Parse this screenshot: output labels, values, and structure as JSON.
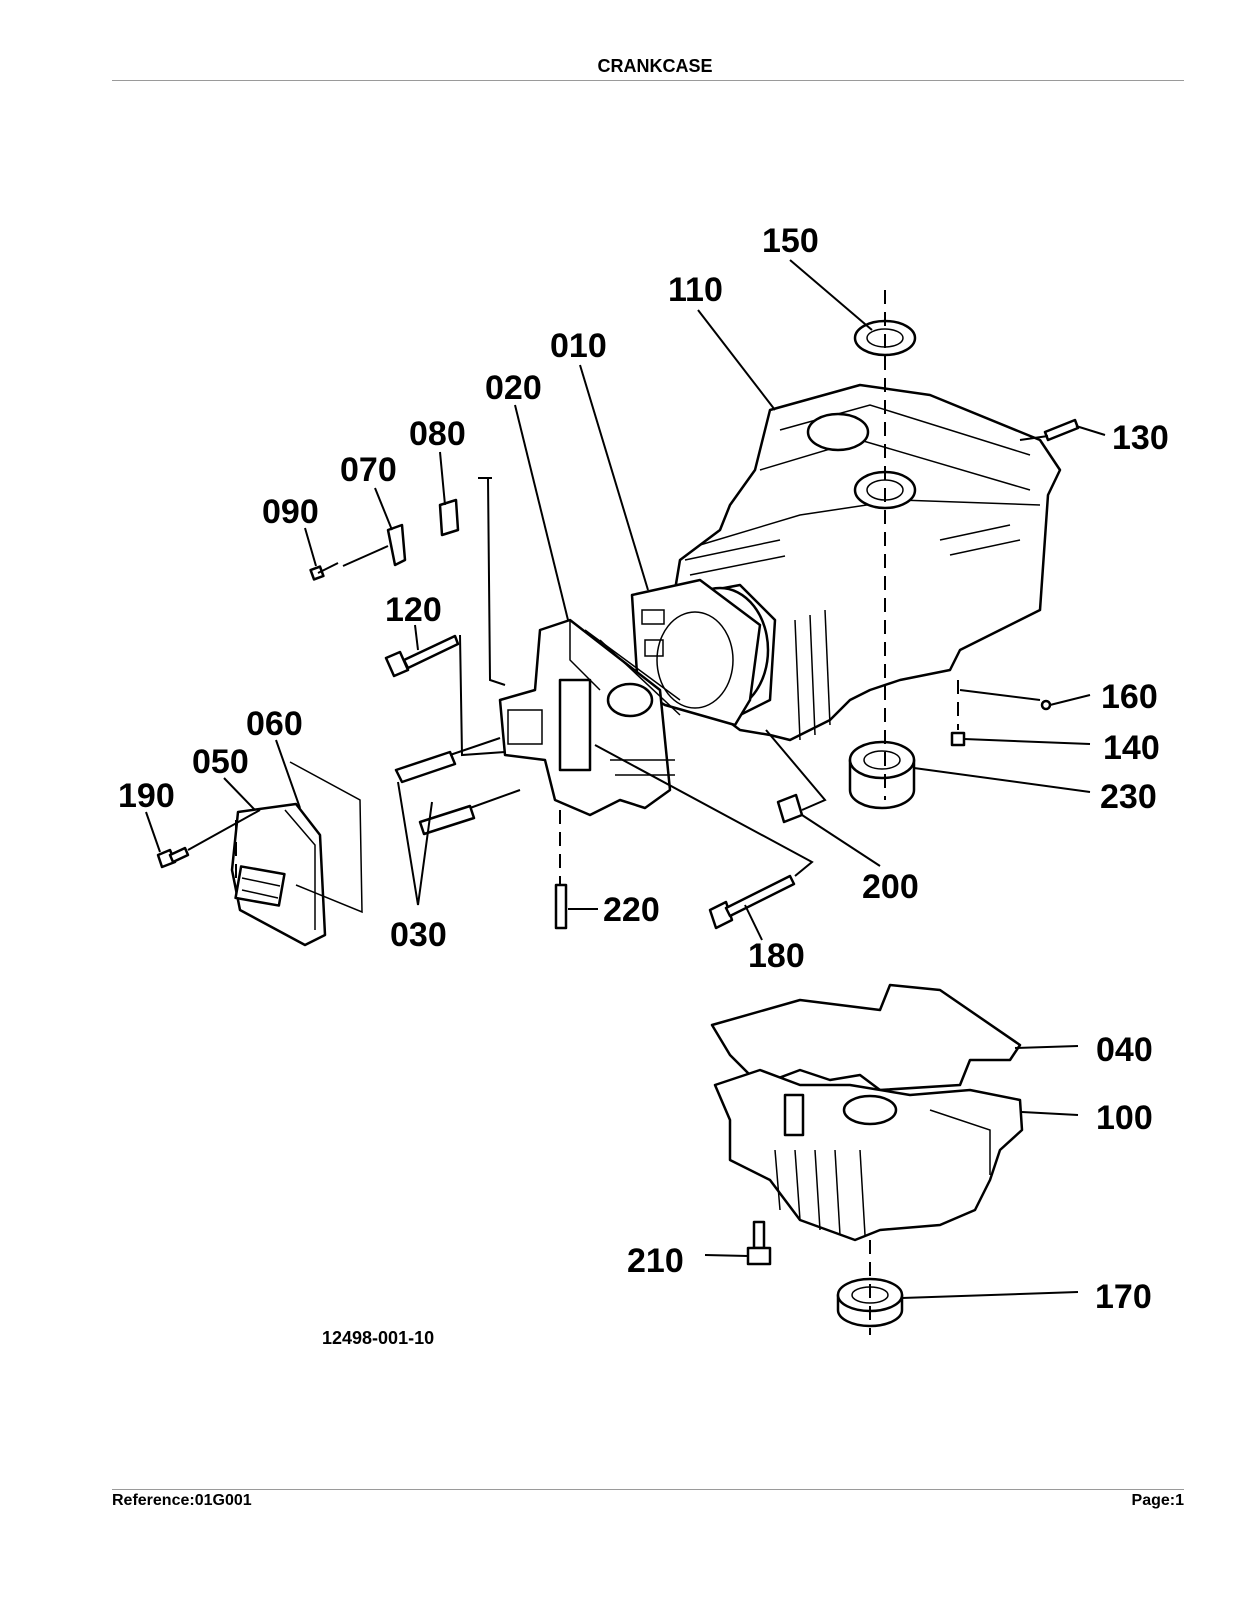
{
  "header": {
    "title": "CRANKCASE"
  },
  "footer": {
    "reference": "Reference:01G001",
    "page": "Page:1"
  },
  "figure": {
    "ref": "12498-001-10"
  },
  "callouts": {
    "c150": "150",
    "c110": "110",
    "c010": "010",
    "c020": "020",
    "c080": "080",
    "c070": "070",
    "c090": "090",
    "c130": "130",
    "c120": "120",
    "c060": "060",
    "c050": "050",
    "c190": "190",
    "c160": "160",
    "c140": "140",
    "c230": "230",
    "c200": "200",
    "c220": "220",
    "c030": "030",
    "c180": "180",
    "c040": "040",
    "c100": "100",
    "c210": "210",
    "c170": "170"
  }
}
